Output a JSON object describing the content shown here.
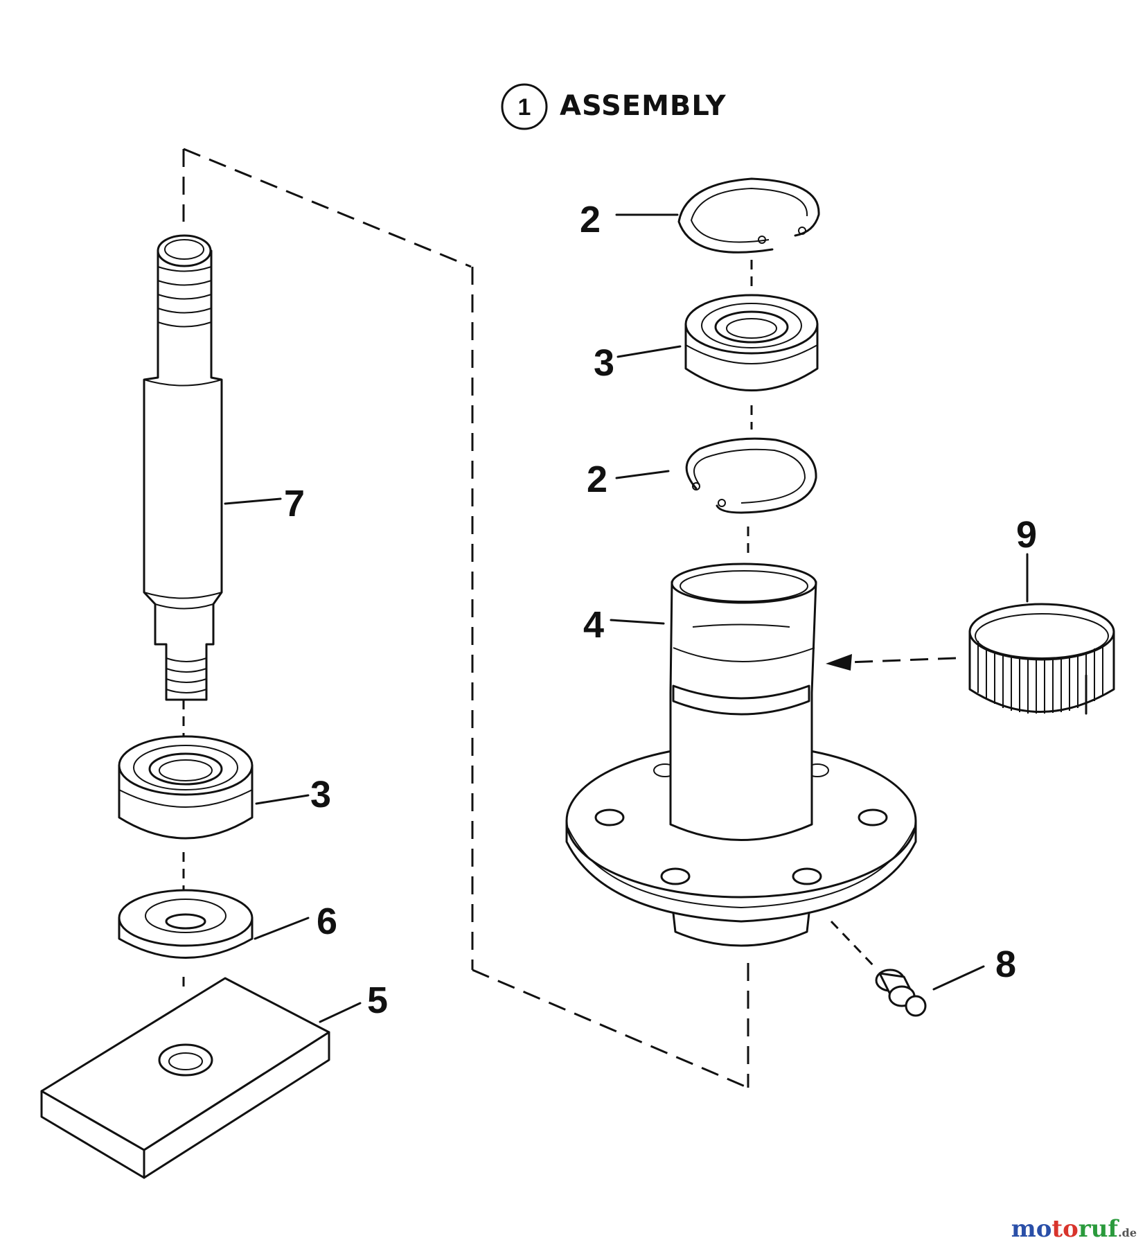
{
  "title": {
    "number": "1",
    "text": "ASSEMBLY"
  },
  "callouts": [
    {
      "id": "label-2-top",
      "text": "2"
    },
    {
      "id": "label-3-top",
      "text": "3"
    },
    {
      "id": "label-2-mid",
      "text": "2"
    },
    {
      "id": "label-9",
      "text": "9"
    },
    {
      "id": "label-4",
      "text": "4"
    },
    {
      "id": "label-7",
      "text": "7"
    },
    {
      "id": "label-3-left",
      "text": "3"
    },
    {
      "id": "label-6",
      "text": "6"
    },
    {
      "id": "label-5",
      "text": "5"
    },
    {
      "id": "label-8",
      "text": "8"
    }
  ],
  "watermark": {
    "part1": "mo",
    "part2": "to",
    "part3": "ruf",
    "tld": ".de"
  }
}
